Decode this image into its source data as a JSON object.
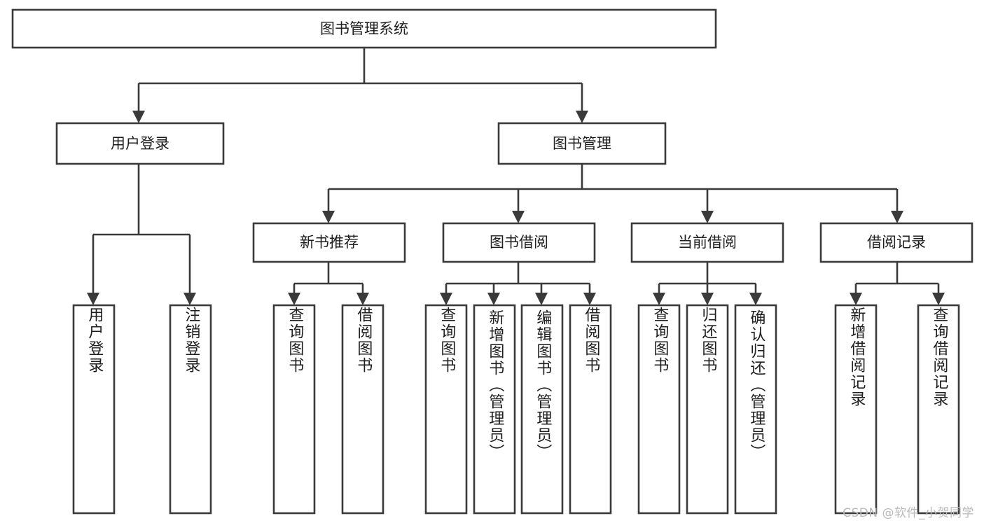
{
  "diagram": {
    "type": "org-tree",
    "title": "图书管理系统",
    "orientation": "top-down",
    "colors": {
      "box_stroke": "#3a3a3a",
      "box_fill": "#ffffff",
      "text": "#1e1e1e",
      "background": "#ffffff",
      "watermark": "#b9b9b9"
    },
    "root": {
      "label": "图书管理系统"
    },
    "level2": [
      {
        "label": "用户登录"
      },
      {
        "label": "图书管理"
      }
    ],
    "level3": [
      {
        "label": "新书推荐"
      },
      {
        "label": "图书借阅"
      },
      {
        "label": "当前借阅"
      },
      {
        "label": "借阅记录"
      }
    ],
    "leaves": {
      "user_login": [
        {
          "label": "用户登录"
        },
        {
          "label": "注销登录"
        }
      ],
      "new_book_recommend": [
        {
          "label": "查询图书"
        },
        {
          "label": "借阅图书"
        }
      ],
      "book_borrow": [
        {
          "label": "查询图书"
        },
        {
          "label": "新增图书（管理员）"
        },
        {
          "label": "编辑图书（管理员）"
        },
        {
          "label": "借阅图书"
        }
      ],
      "current_borrow": [
        {
          "label": "查询图书"
        },
        {
          "label": "归还图书"
        },
        {
          "label": "确认归还（管理员）"
        }
      ],
      "borrow_records": [
        {
          "label": "新增借阅记录"
        },
        {
          "label": "查询借阅记录"
        }
      ]
    }
  },
  "watermark": {
    "text": "CSDN @软件_小贺同学"
  }
}
